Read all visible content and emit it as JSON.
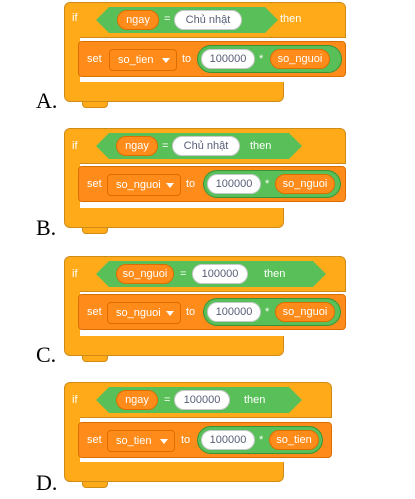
{
  "keywords": {
    "if": "if",
    "then": "then",
    "set": "set",
    "to": "to",
    "eq": "=",
    "mult": "*"
  },
  "options": [
    {
      "letter": "A.",
      "cond_var": "ngay",
      "cond_val": "Chủ nhật",
      "set_var": "so_tien",
      "num": "100000",
      "mult_var": "so_nguoi"
    },
    {
      "letter": "B.",
      "cond_var": "ngay",
      "cond_val": "Chủ nhật",
      "set_var": "so_nguoi",
      "num": "100000",
      "mult_var": "so_nguoi"
    },
    {
      "letter": "C.",
      "cond_var": "so_nguoi",
      "cond_val": "100000",
      "set_var": "so_nguoi",
      "num": "100000",
      "mult_var": "so_nguoi"
    },
    {
      "letter": "D.",
      "cond_var": "ngay",
      "cond_val": "100000",
      "set_var": "so_tien",
      "num": "100000",
      "mult_var": "so_tien"
    }
  ],
  "colors": {
    "control": "#ffab19",
    "variable": "#ff8c1a",
    "operator": "#59c059",
    "text_input": "#ffffff"
  }
}
